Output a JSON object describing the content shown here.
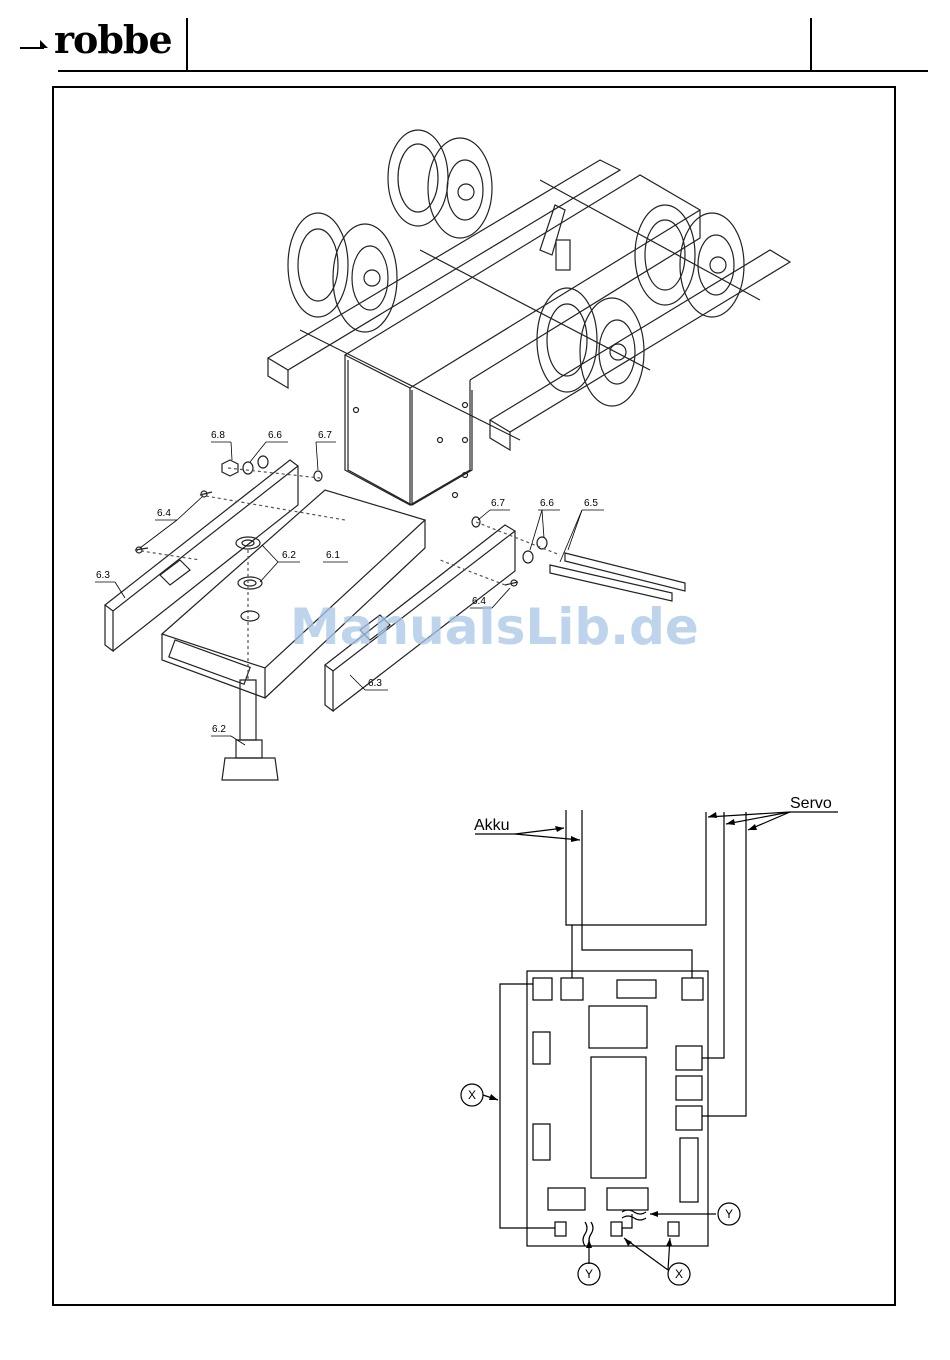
{
  "header": {
    "logo": "robbe"
  },
  "watermark": "ManualsLib.de",
  "exploded_view": {
    "labels": {
      "p61": "6.1",
      "p62a": "6.2",
      "p62b": "6.2",
      "p63a": "6.3",
      "p63b": "6.3",
      "p64a": "6.4",
      "p64b": "6.4",
      "p65": "6.5",
      "p66a": "6.6",
      "p66b": "6.6",
      "p67a": "6.7",
      "p67b": "6.7",
      "p68": "6.8"
    }
  },
  "wiring": {
    "akku": "Akku",
    "servo": "Servo",
    "x1": "X",
    "x2": "X",
    "y1": "Y",
    "y2": "Y"
  }
}
